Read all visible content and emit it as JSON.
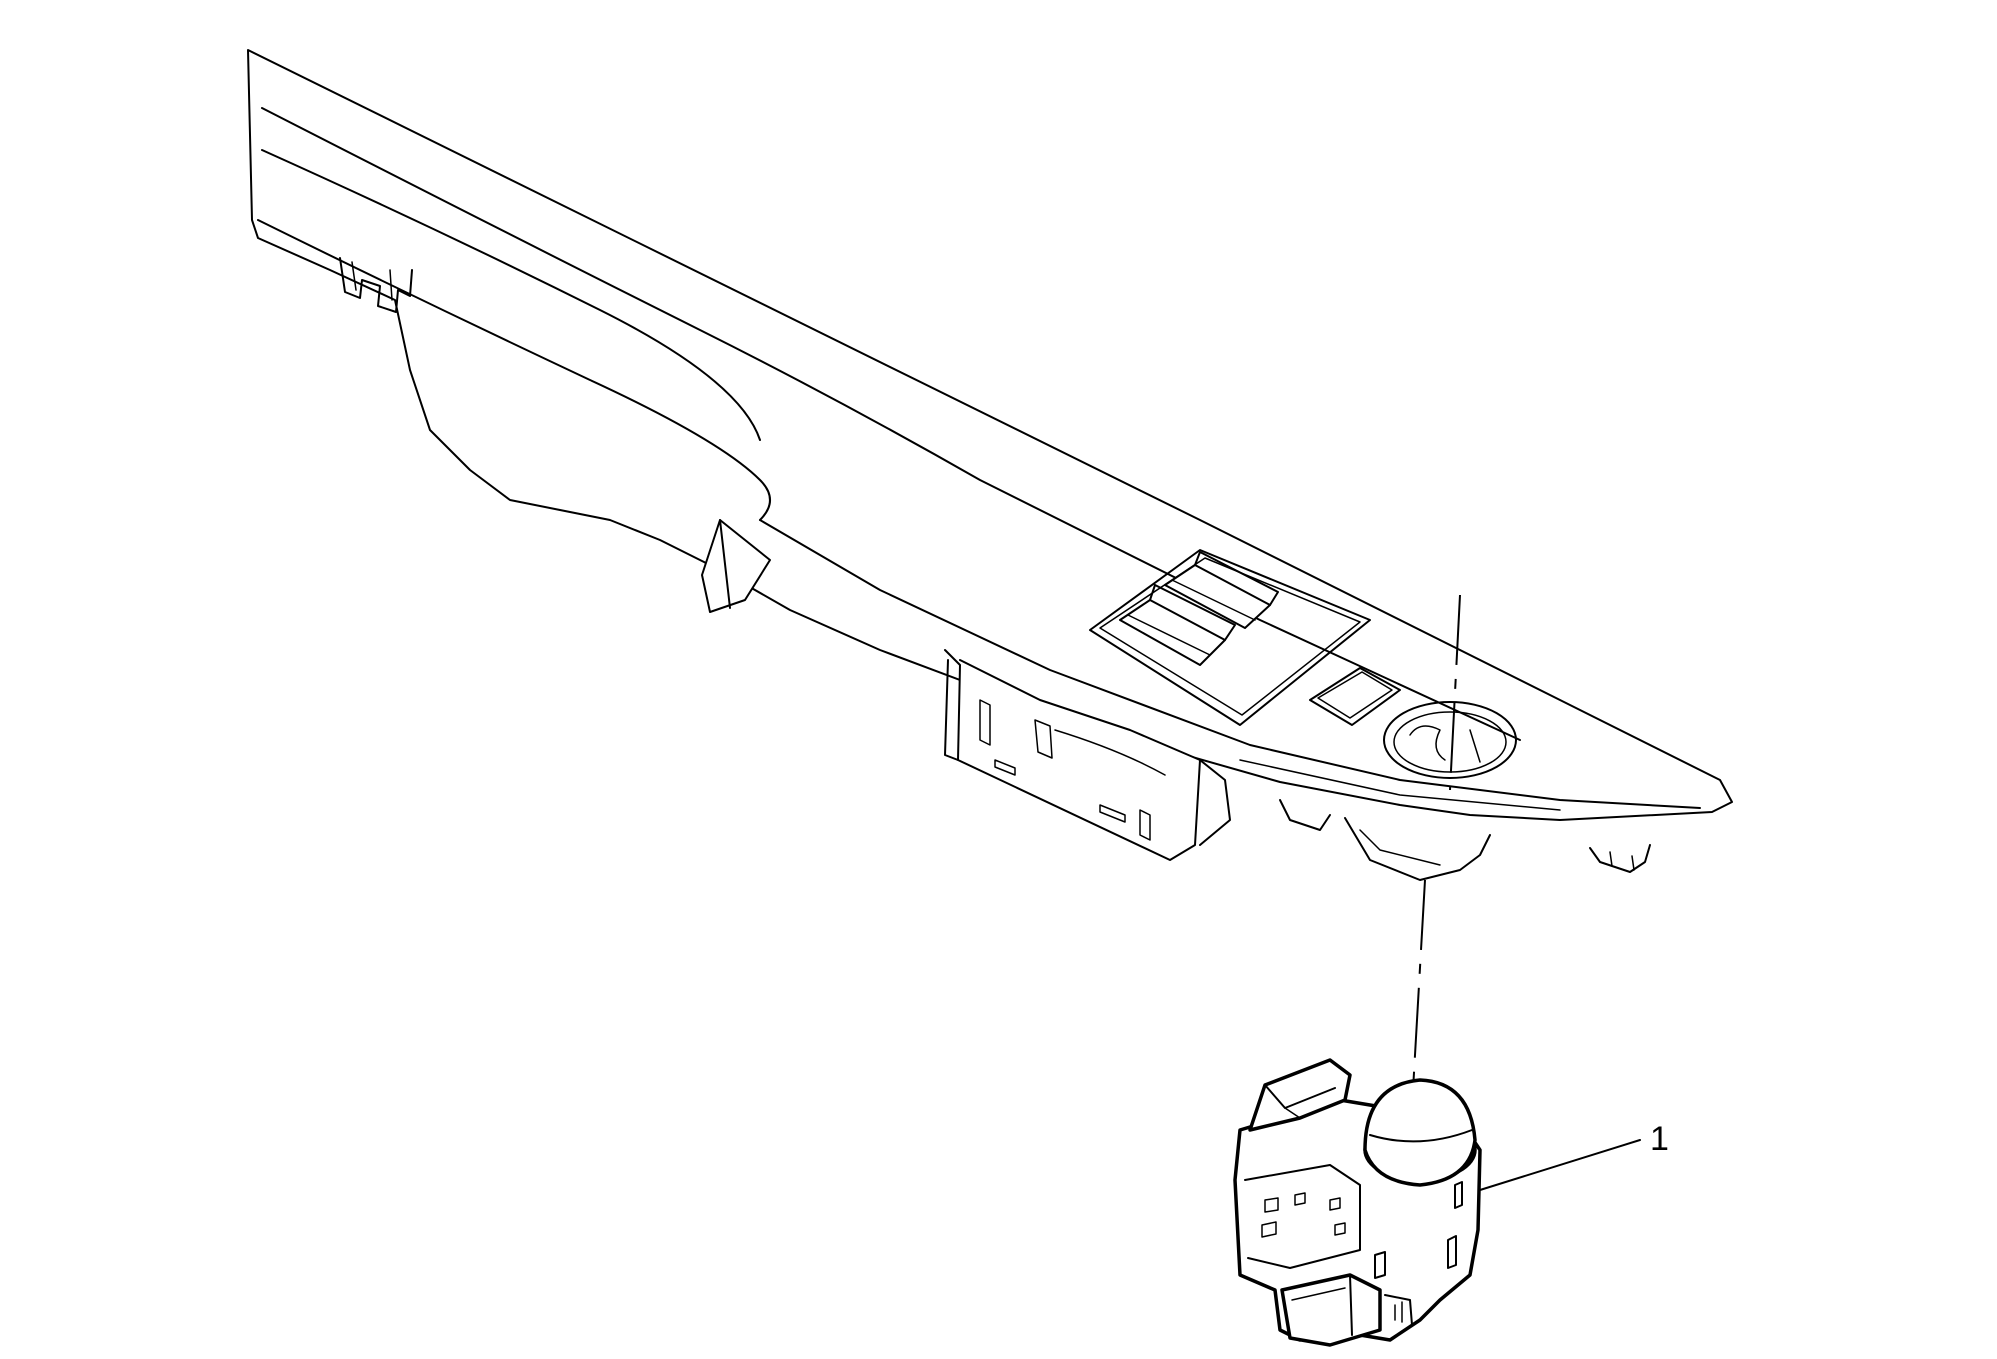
{
  "diagram": {
    "callouts": [
      {
        "label": "1"
      }
    ],
    "parts": [
      {
        "name": "window-switch-bezel"
      },
      {
        "name": "outside-rearview-mirror-switch"
      }
    ]
  }
}
